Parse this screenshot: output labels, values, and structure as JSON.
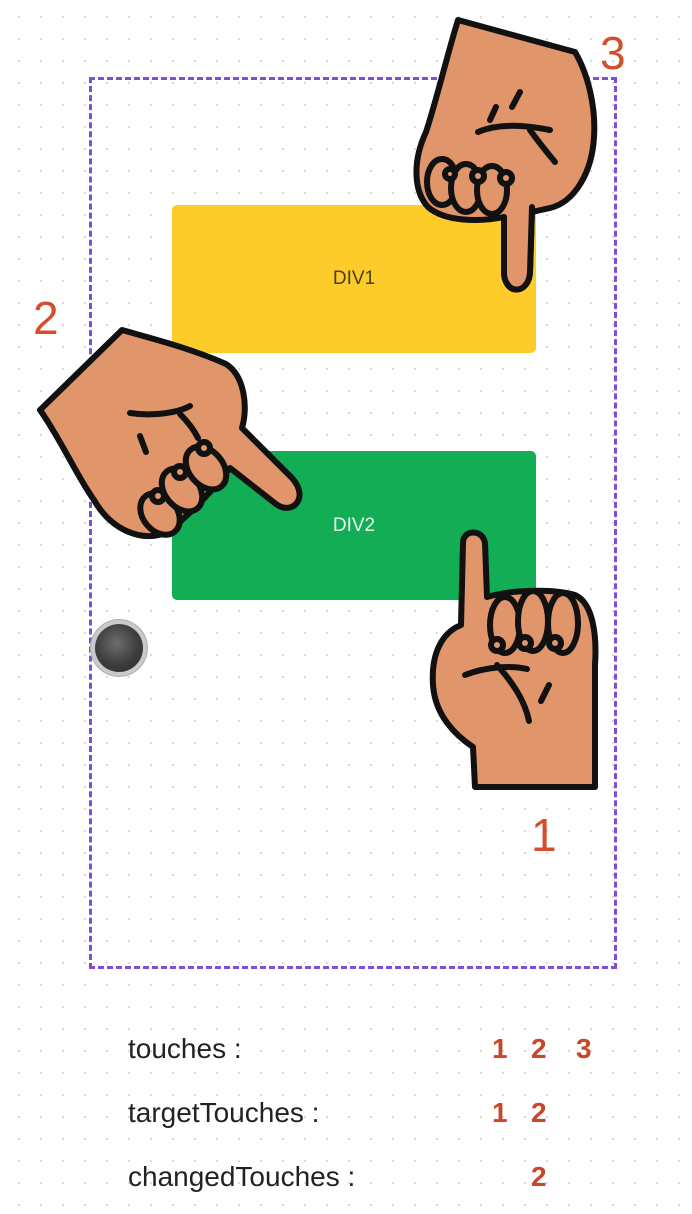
{
  "boxes": {
    "div1": "DIV1",
    "div2": "DIV2"
  },
  "finger_numbers": {
    "one": "1",
    "two": "2",
    "three": "3"
  },
  "lists": {
    "touches": {
      "label": "touches :",
      "values": [
        "1",
        "2",
        "3"
      ]
    },
    "targetTouches": {
      "label": "targetTouches :",
      "values": [
        "1",
        "2"
      ]
    },
    "changedTouches": {
      "label": "changedTouches :",
      "values": [
        "2"
      ]
    }
  },
  "colors": {
    "frame": "#7b4fd6",
    "div1": "#fdcc2b",
    "div2": "#13ad55",
    "numbers": "#d44e2c",
    "values": "#c8472a",
    "skin": "#e0956b"
  },
  "icons": [
    "pointing-hand-icon",
    "home-button-icon"
  ]
}
